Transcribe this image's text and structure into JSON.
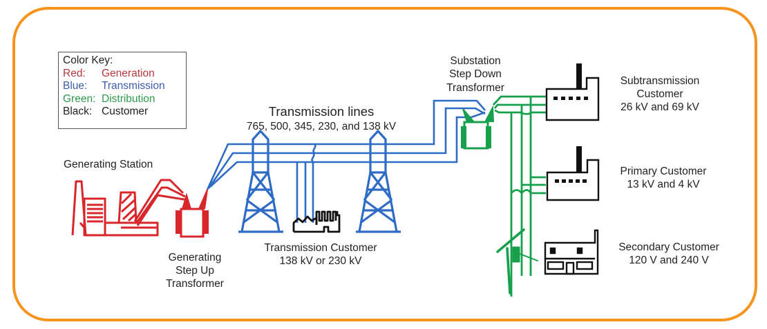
{
  "diagram": {
    "colors": {
      "frame": "#F7941D",
      "generation": "#D9262B",
      "transmission": "#2E6BC6",
      "distribution": "#17A04B",
      "customer": "#111111"
    },
    "color_key": {
      "title": "Color Key:",
      "rows": [
        {
          "key": "Red:",
          "value": "Generation",
          "color": "#B5383C"
        },
        {
          "key": "Blue:",
          "value": "Transmission",
          "color": "#3C5DAA"
        },
        {
          "key": "Green:",
          "value": "Distribution",
          "color": "#2E9950"
        },
        {
          "key": "Black:",
          "value": "Customer",
          "color": "#222222"
        }
      ]
    },
    "labels": {
      "generating_station": "Generating Station",
      "step_up": [
        "Generating",
        "Step Up",
        "Transformer"
      ],
      "transmission_lines": "Transmission lines",
      "transmission_voltages": "765, 500, 345, 230, and 138 kV",
      "transmission_customer": [
        "Transmission Customer",
        "138 kV or 230 kV"
      ],
      "substation": [
        "Substation",
        "Step Down",
        "Transformer"
      ],
      "subtransmission_customer": [
        "Subtransmission",
        "Customer",
        "26 kV and 69 kV"
      ],
      "primary_customer": [
        "Primary Customer",
        "13 kV and 4 kV"
      ],
      "secondary_customer": [
        "Secondary Customer",
        "120 V and 240 V"
      ]
    }
  }
}
